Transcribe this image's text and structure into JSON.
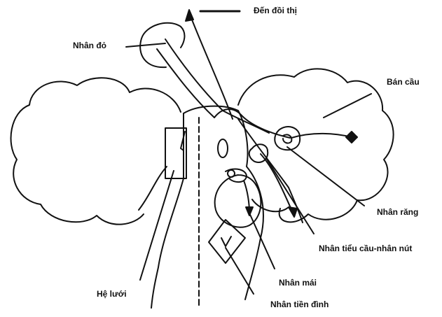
{
  "labels": {
    "den_doi_thi": "Đến đồi thị",
    "nhan_do": "Nhân đỏ",
    "ban_cau": "Bán cầu",
    "nhan_rang": "Nhân răng",
    "nhan_tieu_cau_nhan_nut": "Nhân tiểu cầu-nhân nút",
    "nhan_mai": "Nhân mái",
    "he_luoi": "Hệ lưới",
    "nhan_tien_dinh": "Nhân tiền đình"
  },
  "colors": {
    "ink": "#111111",
    "background": "#ffffff"
  }
}
